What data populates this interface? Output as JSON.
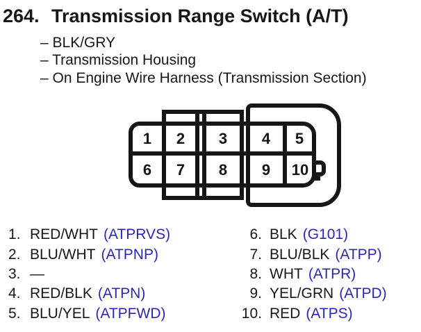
{
  "colors": {
    "ink": "#161616",
    "code_blue": "#2727bd",
    "background": "#ffffff"
  },
  "header": {
    "index": "264.",
    "title": "Transmission Range Switch (A/T)",
    "details": [
      "– BLK/GRY",
      "– Transmission Housing",
      "– On Engine Wire Harness (Transmission Section)"
    ]
  },
  "connector": {
    "pins_top": [
      "1",
      "2",
      "3",
      "4",
      "5"
    ],
    "pins_bottom": [
      "6",
      "7",
      "8",
      "9",
      "10"
    ]
  },
  "pin_list": {
    "left": [
      {
        "num": "1.",
        "label": "RED/WHT",
        "code": "(ATPRVS)"
      },
      {
        "num": "2.",
        "label": "BLU/WHT",
        "code": "(ATPNP)"
      },
      {
        "num": "3.",
        "label": "—",
        "code": ""
      },
      {
        "num": "4.",
        "label": "RED/BLK",
        "code": "(ATPN)"
      },
      {
        "num": "5.",
        "label": "BLU/YEL",
        "code": "(ATPFWD)"
      }
    ],
    "right": [
      {
        "num": "6.",
        "label": "BLK",
        "code": "(G101)"
      },
      {
        "num": "7.",
        "label": "BLU/BLK",
        "code": "(ATPP)"
      },
      {
        "num": "8.",
        "label": "WHT",
        "code": "(ATPR)"
      },
      {
        "num": "9.",
        "label": "YEL/GRN",
        "code": "(ATPD)"
      },
      {
        "num": "10.",
        "label": "RED",
        "code": "(ATPS)"
      }
    ]
  }
}
